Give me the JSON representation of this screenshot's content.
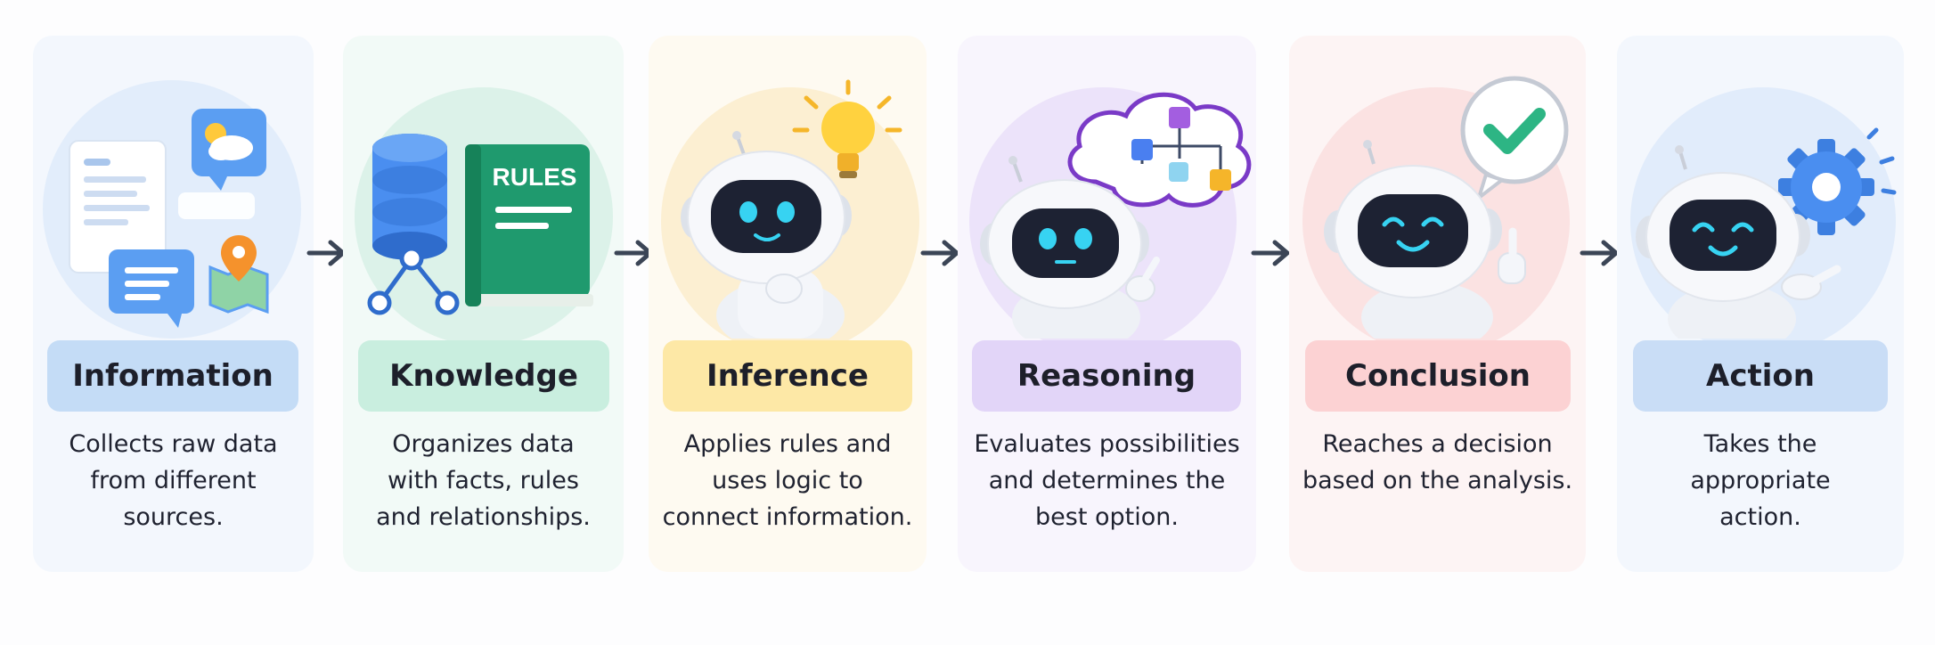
{
  "steps": [
    {
      "title": "Information",
      "description": [
        "Collects raw data",
        "from different",
        "sources."
      ],
      "card_color": "#f3f7fd",
      "blob_color": "#e2edfb",
      "label_color": "#c4dcf6",
      "icon": "documents-chat-weather-map-icon"
    },
    {
      "title": "Knowledge",
      "description": [
        "Organizes data",
        "with facts, rules",
        "and relationships."
      ],
      "card_color": "#f2faf7",
      "blob_color": "#dcf2e9",
      "label_color": "#c9eedf",
      "icon": "database-network-rulebook-icon",
      "book_label": "RULES"
    },
    {
      "title": "Inference",
      "description": [
        "Applies rules and",
        "uses logic to",
        "connect information."
      ],
      "card_color": "#fefaf1",
      "blob_color": "#fcefd2",
      "label_color": "#fde8a6",
      "icon": "robot-lightbulb-icon"
    },
    {
      "title": "Reasoning",
      "description": [
        "Evaluates possibilities",
        "and determines the",
        "best option."
      ],
      "card_color": "#f8f5fd",
      "blob_color": "#ece3fa",
      "label_color": "#e2d5f8",
      "icon": "robot-flowchart-thought-icon"
    },
    {
      "title": "Conclusion",
      "description": [
        "Reaches a decision",
        "based on the analysis."
      ],
      "card_color": "#fdf4f4",
      "blob_color": "#fbe2e2",
      "label_color": "#fcd2d3",
      "icon": "robot-checkmark-icon"
    },
    {
      "title": "Action",
      "description": [
        "Takes the",
        "appropriate",
        "action."
      ],
      "card_color": "#f3f7fd",
      "blob_color": "#e1ecfb",
      "label_color": "#c9ddf6",
      "icon": "robot-gear-icon"
    }
  ],
  "arrow_color": "#3b4556"
}
